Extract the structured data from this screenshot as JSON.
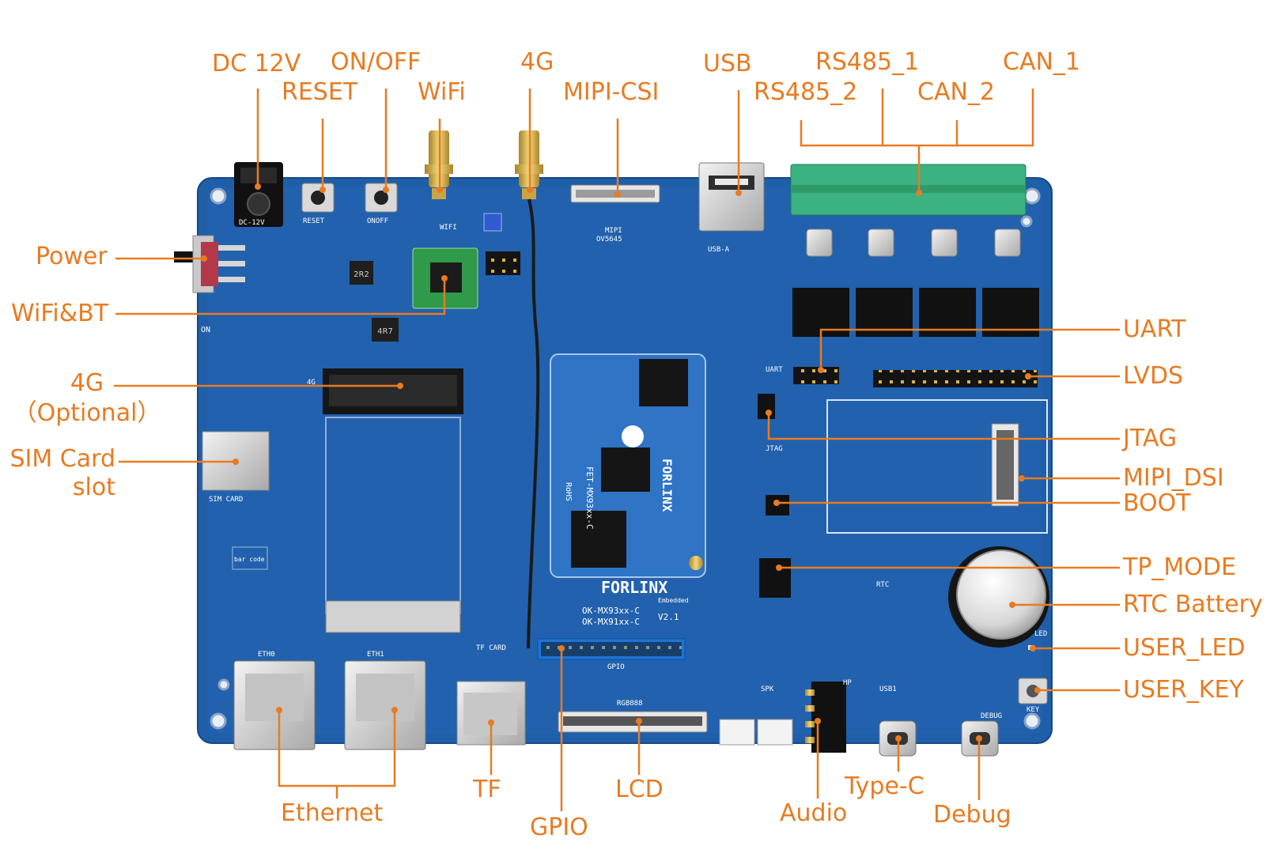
{
  "callout_color": "#e87b21",
  "board_color": "#1f5ea8",
  "labels": {
    "dc12v": "DC 12V",
    "reset": "RESET",
    "onoff": "ON/OFF",
    "wifi": "WiFi",
    "g4_top": "4G",
    "mipi_csi": "MIPI-CSI",
    "usb": "USB",
    "rs485_1": "RS485_1",
    "rs485_2": "RS485_2",
    "can_1": "CAN_1",
    "can_2": "CAN_2",
    "power": "Power",
    "wifibt": "WiFi&BT",
    "g4_opt_1": "4G",
    "g4_opt_2": "（Optional）",
    "sim_1": "SIM Card",
    "sim_2": "slot",
    "uart": "UART",
    "lvds": "LVDS",
    "jtag": "JTAG",
    "mipi_dsi": "MIPI_DSI",
    "boot": "BOOT",
    "tp_mode": "TP_MODE",
    "rtc_battery": "RTC Battery",
    "user_led": "USER_LED",
    "user_key": "USER_KEY",
    "ethernet": "Ethernet",
    "tf": "TF",
    "gpio": "GPIO",
    "lcd": "LCD",
    "audio": "Audio",
    "typec": "Type-C",
    "debug": "Debug"
  },
  "silkscreen": {
    "dc12v": "DC-12V",
    "reset": "RESET",
    "onoff": "ONOFF",
    "wifi": "WIFI",
    "mipi": "MIPI",
    "ov5645": "OV5645",
    "usb_a": "USB-A",
    "g4": "4G",
    "sim_card": "SIM CARD",
    "bar_code": "bar code",
    "eth0": "ETH0",
    "eth1": "ETH1",
    "tf_card": "TF CARD",
    "gpio": "GPIO",
    "rgb888": "RGB888",
    "spk": "SPK",
    "hp": "HP",
    "usb1": "USB1",
    "debug": "DEBUG",
    "key": "KEY",
    "led": "LED",
    "rtc": "RTC",
    "uart": "UART",
    "jtag": "JTAG",
    "brand": "FORLINX",
    "brand_sub": "Embedded",
    "model_1": "OK-MX93xx-C",
    "model_2": "OK-MX91xx-C",
    "version": "V2.1",
    "som_brand": "FORLINX",
    "som_model": "FET-MX93xx-C",
    "rohs": "RoHS",
    "on": "ON",
    "inductor_1": "2R2",
    "inductor_2": "4R7"
  }
}
